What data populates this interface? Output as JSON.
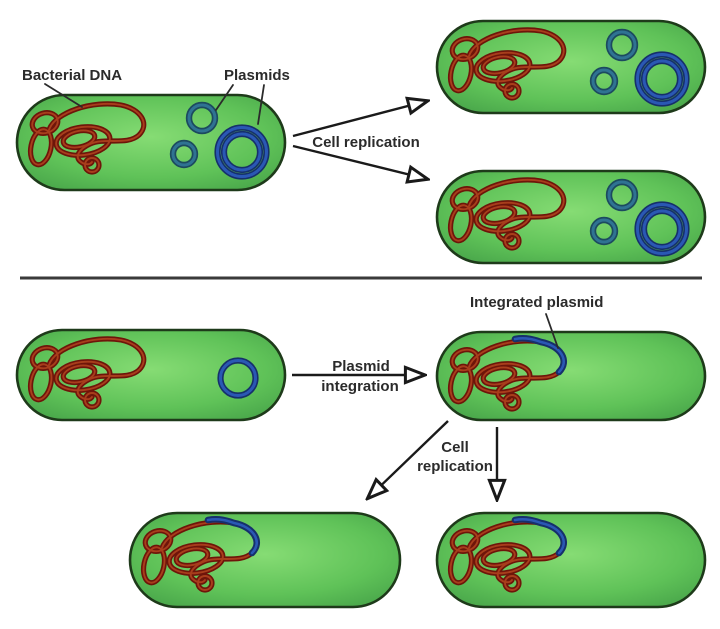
{
  "title": "Bacterial plasmid replication and integration diagram",
  "labels": {
    "bacterial_dna": "Bacterial DNA",
    "plasmids": "Plasmids",
    "cell_replication": "Cell replication",
    "plasmid_integration": [
      "Plasmid",
      "integration"
    ],
    "cell_replication_two_line": [
      "Cell",
      "replication"
    ],
    "integrated_plasmid": "Integrated plasmid"
  },
  "colors": {
    "cell_center": "#86dc74",
    "cell_mid": "#5fc258",
    "cell_edge": "#3f9a44",
    "cell_border": "#1e3a1a",
    "dna_outer": "#6e150a",
    "dna_inner": "#a83e1c",
    "teal_outer": "#1c4a5f",
    "teal_inner": "#2f7392",
    "blue_outer": "#16306b",
    "blue_inner": "#2a58b4",
    "arrow": "#1a1a1a",
    "divider": "#3a3a3a",
    "text": "#2b2b2b",
    "background": "#ffffff"
  },
  "sections": {
    "top": {
      "cells": [
        {
          "role": "original cell",
          "contents": [
            "bacterial DNA",
            "2 small plasmids",
            "1 large plasmid"
          ]
        },
        {
          "role": "daughter cell 1",
          "contents": [
            "bacterial DNA",
            "2 small plasmids",
            "1 large plasmid"
          ]
        },
        {
          "role": "daughter cell 2",
          "contents": [
            "bacterial DNA",
            "2 small plasmids",
            "1 large plasmid"
          ]
        }
      ]
    },
    "bottom": {
      "cells": [
        {
          "role": "cell before integration",
          "contents": [
            "bacterial DNA",
            "1 plasmid"
          ]
        },
        {
          "role": "cell with integrated plasmid",
          "contents": [
            "bacterial DNA with integrated plasmid"
          ]
        },
        {
          "role": "daughter cell 1",
          "contents": [
            "bacterial DNA with integrated plasmid"
          ]
        },
        {
          "role": "daughter cell 2",
          "contents": [
            "bacterial DNA with integrated plasmid"
          ]
        }
      ]
    }
  }
}
